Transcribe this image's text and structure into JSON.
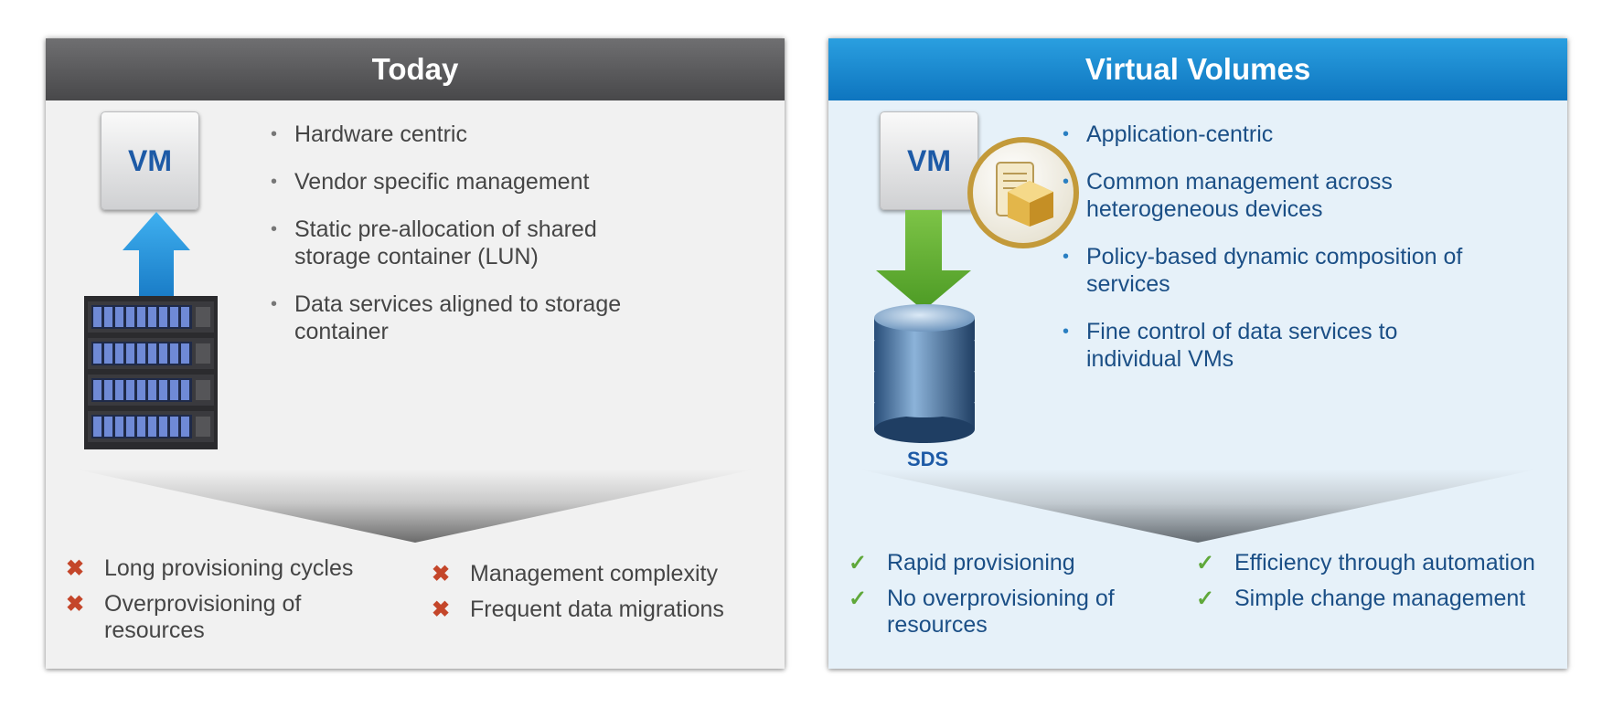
{
  "left_panel": {
    "title": "Today",
    "vm_label": "VM",
    "bullets": [
      "Hardware centric",
      "Vendor specific management",
      "Static pre-allocation of shared storage container (LUN)",
      "Data services aligned to storage container"
    ],
    "results_col1": [
      "Long provisioning cycles",
      "Overprovisioning of resources"
    ],
    "results_col2": [
      "Management complexity",
      "Frequent data migrations"
    ]
  },
  "right_panel": {
    "title": "Virtual Volumes",
    "vm_label": "VM",
    "storage_label": "SDS",
    "bullets": [
      "Application-centric",
      "Common management across heterogeneous devices",
      "Policy-based dynamic composition of services",
      "Fine control of data services to individual VMs"
    ],
    "results_col1": [
      "Rapid provisioning",
      "No overprovisioning of resources"
    ],
    "results_col2": [
      "Efficiency through automation",
      "Simple change management"
    ]
  },
  "colors": {
    "left_header": "#58585a",
    "right_header": "#1b88d0",
    "up_arrow": "#1e8fd8",
    "down_arrow": "#62ad34",
    "x_mark": "#c4462a",
    "check_mark": "#5fa83a"
  },
  "icons": {
    "left_storage": "rack-server-icon",
    "right_storage": "database-cylinder-icon",
    "policy": "policy-scroll-cube-icon",
    "negative": "x-mark-icon",
    "positive": "check-mark-icon"
  }
}
